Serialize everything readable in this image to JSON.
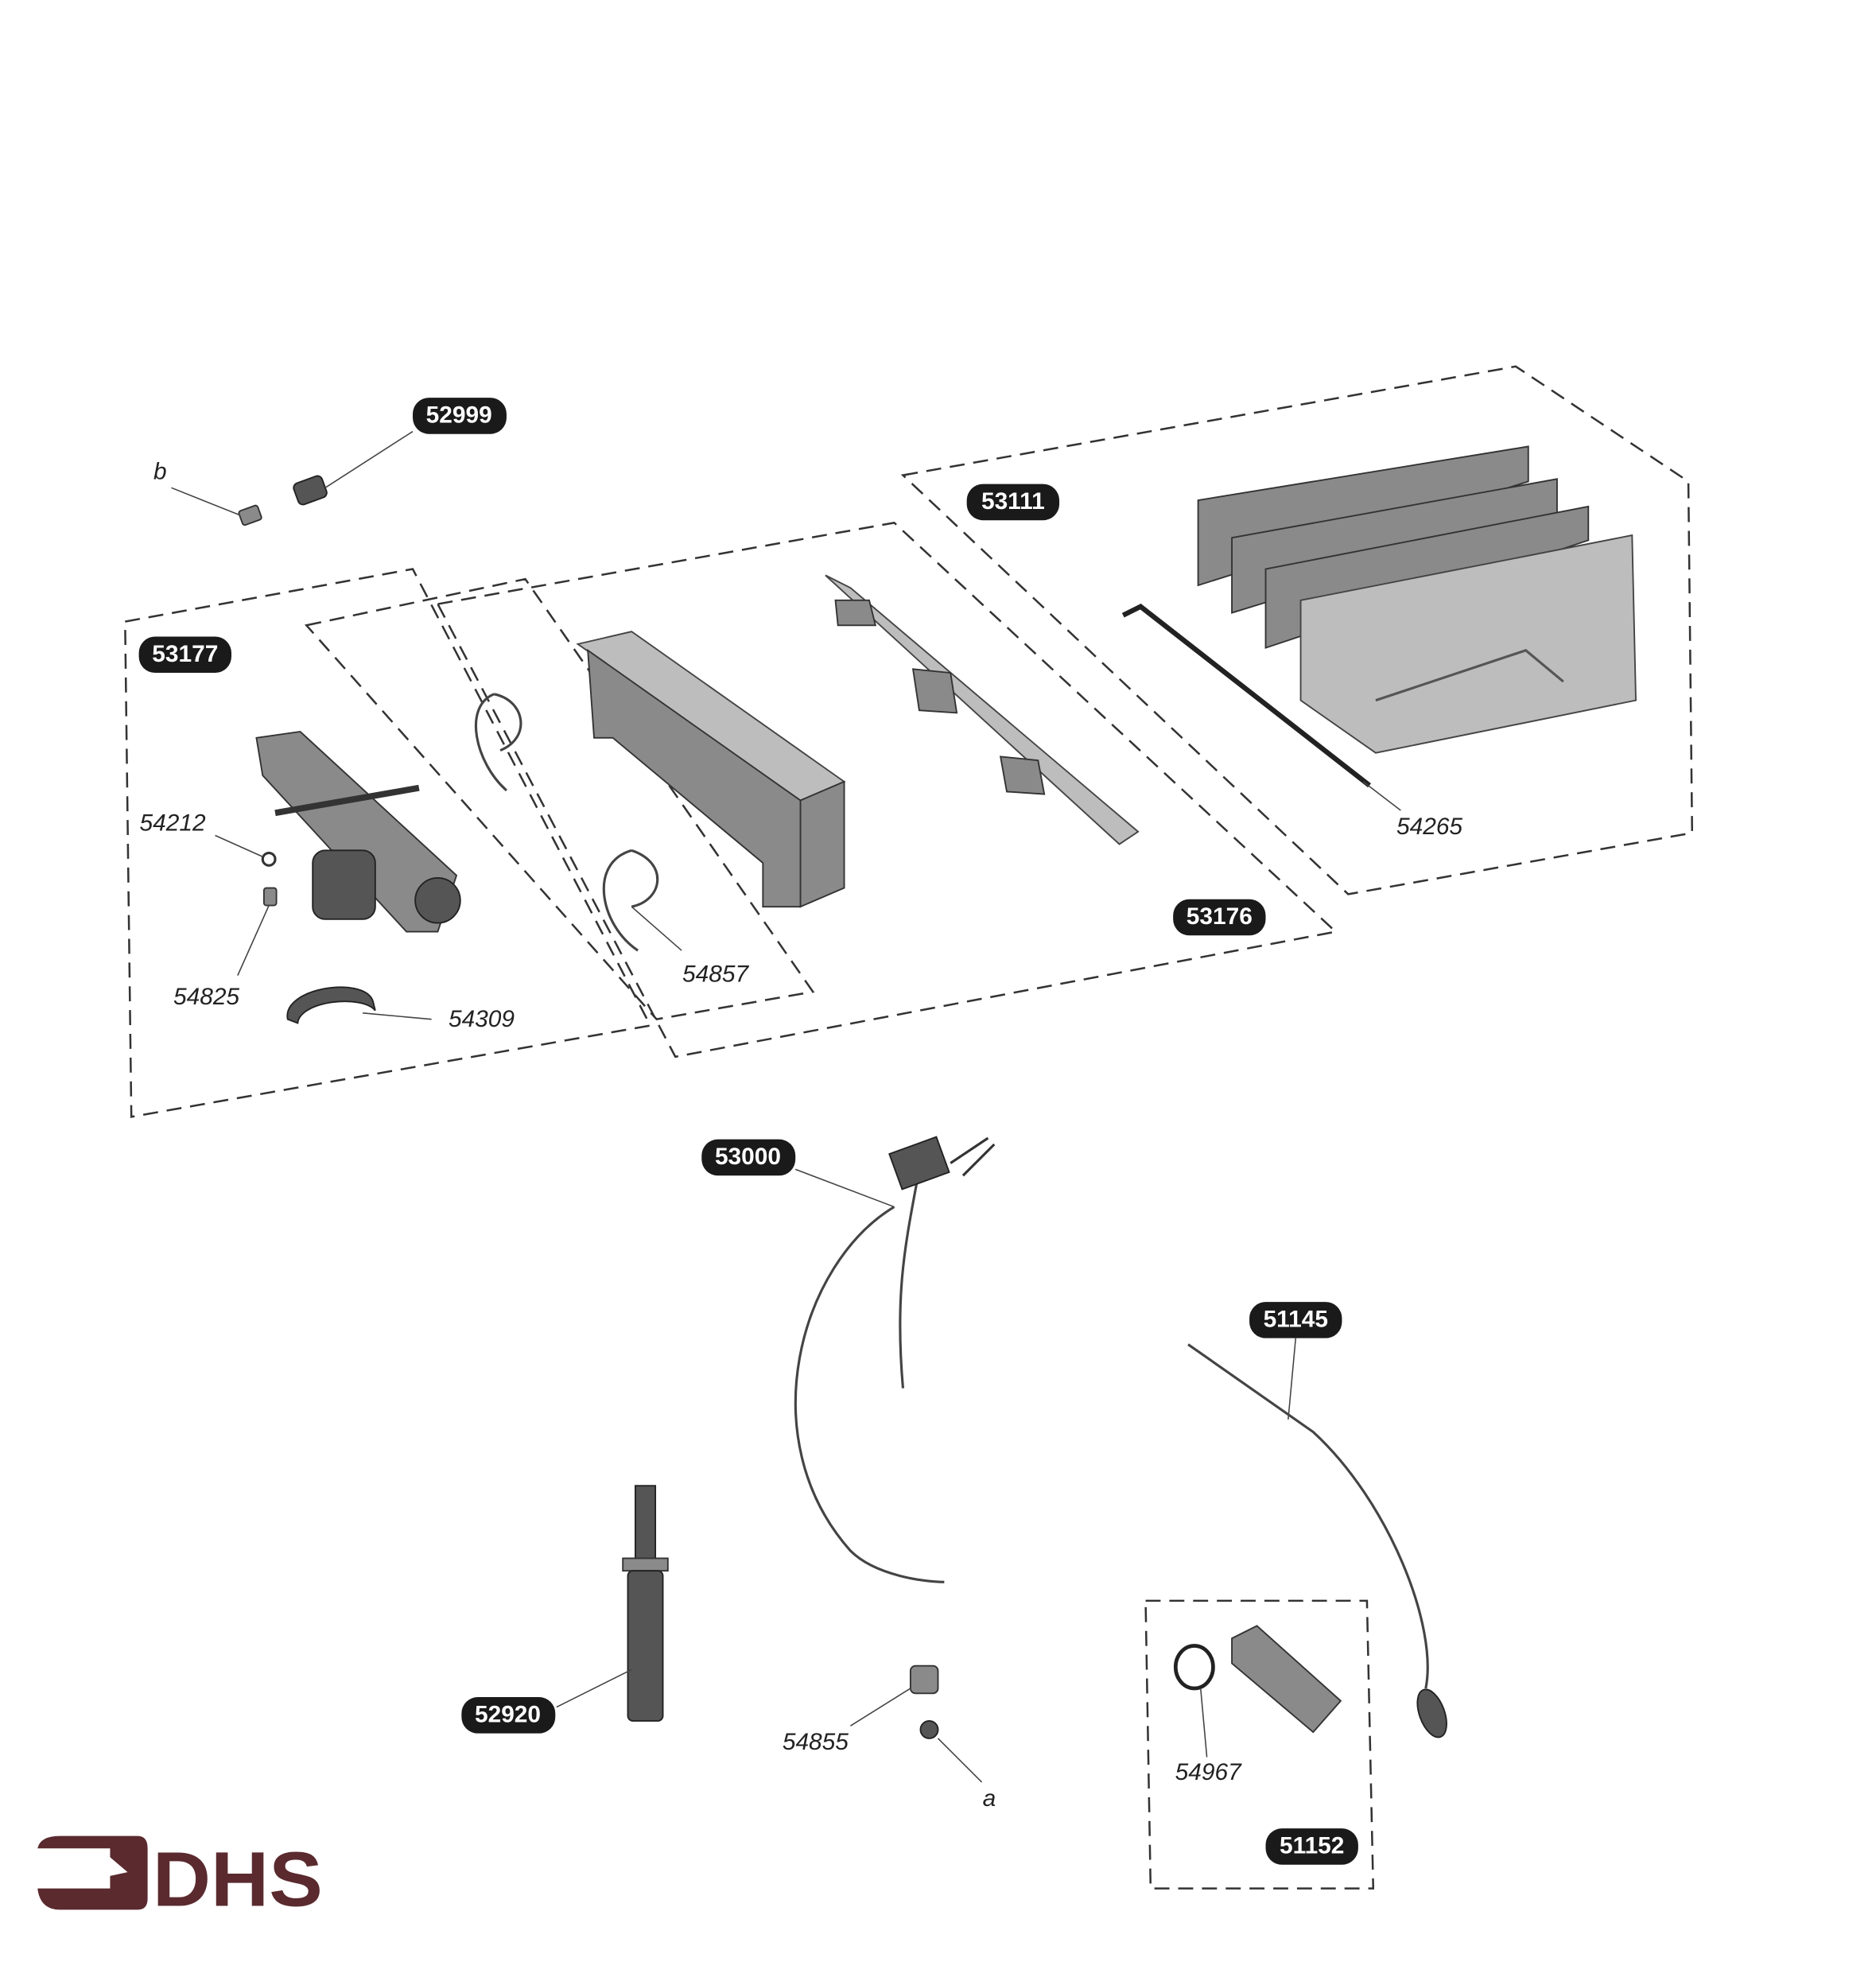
{
  "diagram": {
    "badges": {
      "p52999": "52999",
      "p53111": "53111",
      "p53177": "53177",
      "p53176": "53176",
      "p53000": "53000",
      "p51145": "51145",
      "p52920": "52920",
      "p51152": "51152"
    },
    "labels": {
      "b": "b",
      "a": "a",
      "p54212": "54212",
      "p54825": "54825",
      "p54309": "54309",
      "p54857": "54857",
      "p54265": "54265",
      "p54855": "54855",
      "p54967": "54967"
    },
    "colors": {
      "badge": "#1a1a1a",
      "logo": "#5a2a2e"
    }
  },
  "logo": {
    "text": "DHS"
  }
}
